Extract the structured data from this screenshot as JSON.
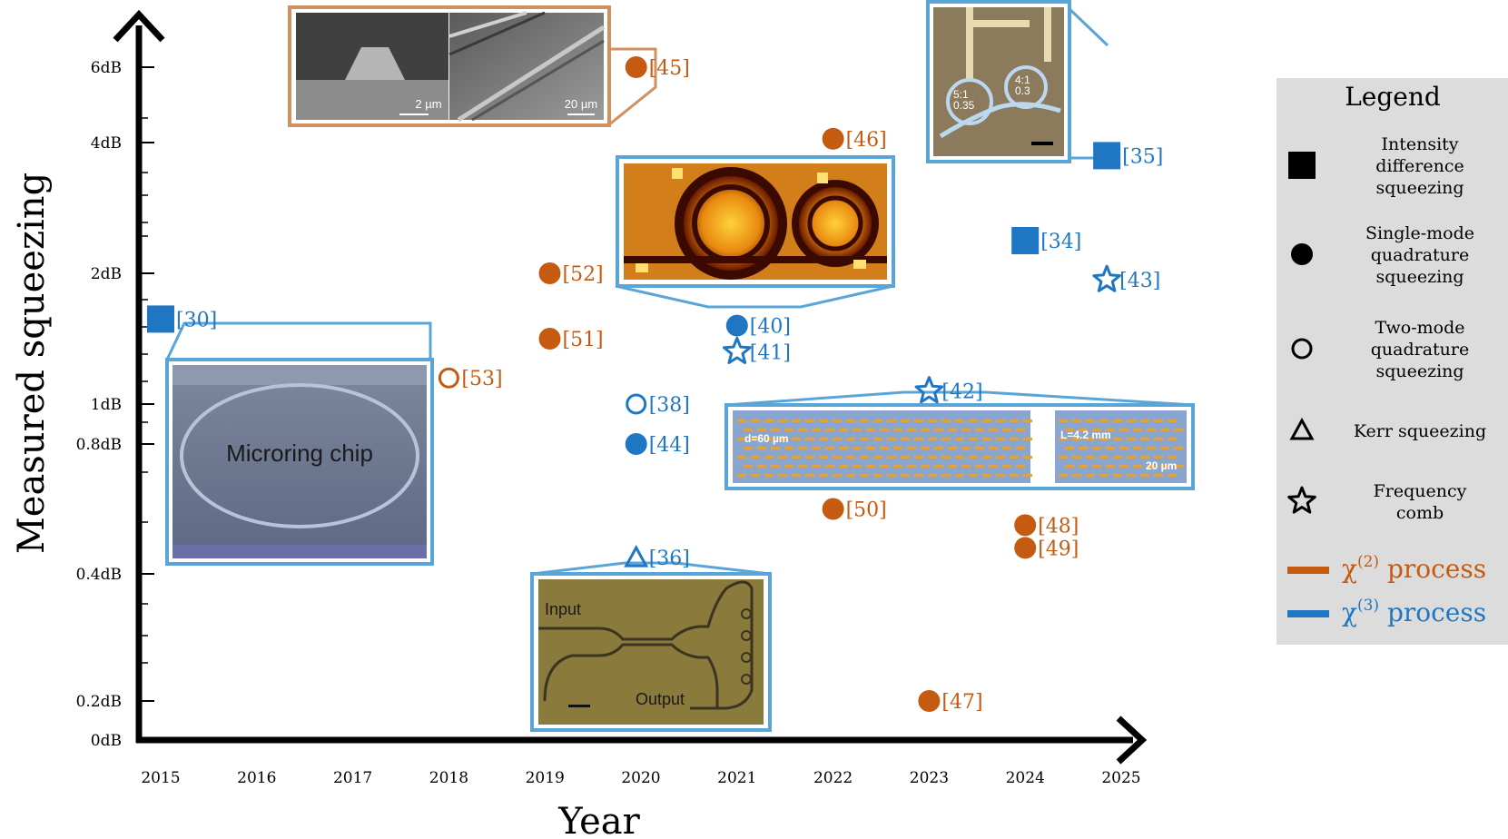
{
  "chart_data": {
    "type": "scatter",
    "xlabel": "Year",
    "ylabel": "Measured squeezing",
    "x_ticks": [
      "2015",
      "2016",
      "2017",
      "2018",
      "2019",
      "2020",
      "2021",
      "2022",
      "2023",
      "2024",
      "2025"
    ],
    "y_ticks": [
      "0dB",
      "0.2dB",
      "0.4dB",
      "0.8dB",
      "1dB",
      "2dB",
      "4dB",
      "6dB"
    ],
    "y_scale": "nonuniform",
    "colors": {
      "chi2": "#c55a11",
      "chi3": "#1f77c4"
    },
    "points": [
      {
        "ref": "[30]",
        "year": 2015.0,
        "db": 1.65,
        "shape": "square",
        "process": "chi3"
      },
      {
        "ref": "[53]",
        "year": 2018.0,
        "db": 1.2,
        "shape": "open-circle",
        "process": "chi2"
      },
      {
        "ref": "[52]",
        "year": 2019.05,
        "db": 2.0,
        "shape": "circle",
        "process": "chi2"
      },
      {
        "ref": "[51]",
        "year": 2019.05,
        "db": 1.5,
        "shape": "circle",
        "process": "chi2"
      },
      {
        "ref": "[45]",
        "year": 2019.95,
        "db": 6.0,
        "shape": "circle",
        "process": "chi2"
      },
      {
        "ref": "[38]",
        "year": 2019.95,
        "db": 1.0,
        "shape": "open-circle",
        "process": "chi3"
      },
      {
        "ref": "[44]",
        "year": 2019.95,
        "db": 0.8,
        "shape": "circle",
        "process": "chi3"
      },
      {
        "ref": "[36]",
        "year": 2019.95,
        "db": 0.45,
        "shape": "triangle",
        "process": "chi3"
      },
      {
        "ref": "[40]",
        "year": 2021.0,
        "db": 1.6,
        "shape": "circle",
        "process": "chi3"
      },
      {
        "ref": "[41]",
        "year": 2021.0,
        "db": 1.4,
        "shape": "star",
        "process": "chi3"
      },
      {
        "ref": "[46]",
        "year": 2022.0,
        "db": 4.1,
        "shape": "circle",
        "process": "chi2"
      },
      {
        "ref": "[50]",
        "year": 2022.0,
        "db": 0.6,
        "shape": "circle",
        "process": "chi2"
      },
      {
        "ref": "[42]",
        "year": 2023.0,
        "db": 1.1,
        "shape": "star",
        "process": "chi3"
      },
      {
        "ref": "[47]",
        "year": 2023.0,
        "db": 0.2,
        "shape": "circle",
        "process": "chi2"
      },
      {
        "ref": "[34]",
        "year": 2024.0,
        "db": 2.5,
        "shape": "square",
        "process": "chi3"
      },
      {
        "ref": "[48]",
        "year": 2024.0,
        "db": 0.55,
        "shape": "circle",
        "process": "chi2"
      },
      {
        "ref": "[49]",
        "year": 2024.0,
        "db": 0.48,
        "shape": "circle",
        "process": "chi2"
      },
      {
        "ref": "[35]",
        "year": 2024.85,
        "db": 3.8,
        "shape": "square",
        "process": "chi3"
      },
      {
        "ref": "[43]",
        "year": 2024.85,
        "db": 1.95,
        "shape": "star",
        "process": "chi3"
      }
    ]
  },
  "insets": {
    "sem": {
      "scale_a": "2 µm",
      "scale_b": "20 µm"
    },
    "microring": {
      "label": "Microring chip"
    },
    "coupler": {
      "input": "Input",
      "output": "Output"
    },
    "comb": {
      "d_label": "d=60 µm",
      "l_label": "L=4.2 mm",
      "scale": "20 µm"
    },
    "chip35": {
      "text_a": "5:1",
      "text_b": "0.35",
      "text_c": "4:1",
      "text_d": "0.3"
    }
  },
  "legend": {
    "title": "Legend",
    "items": [
      {
        "shape": "square",
        "lines": [
          "Intensity",
          "difference",
          "squeezing"
        ]
      },
      {
        "shape": "circle",
        "lines": [
          "Single-mode",
          "quadrature",
          "squeezing"
        ]
      },
      {
        "shape": "open-circle",
        "lines": [
          "Two-mode",
          "quadrature",
          "squeezing"
        ]
      },
      {
        "shape": "triangle",
        "lines": [
          "Kerr squeezing"
        ]
      },
      {
        "shape": "star",
        "lines": [
          "Frequency",
          "comb"
        ]
      }
    ],
    "process_chi2": "χ",
    "process_chi2_sup": "(2)",
    "process_chi2_rest": " process",
    "process_chi3": "χ",
    "process_chi3_sup": "(3)",
    "process_chi3_rest": " process"
  }
}
